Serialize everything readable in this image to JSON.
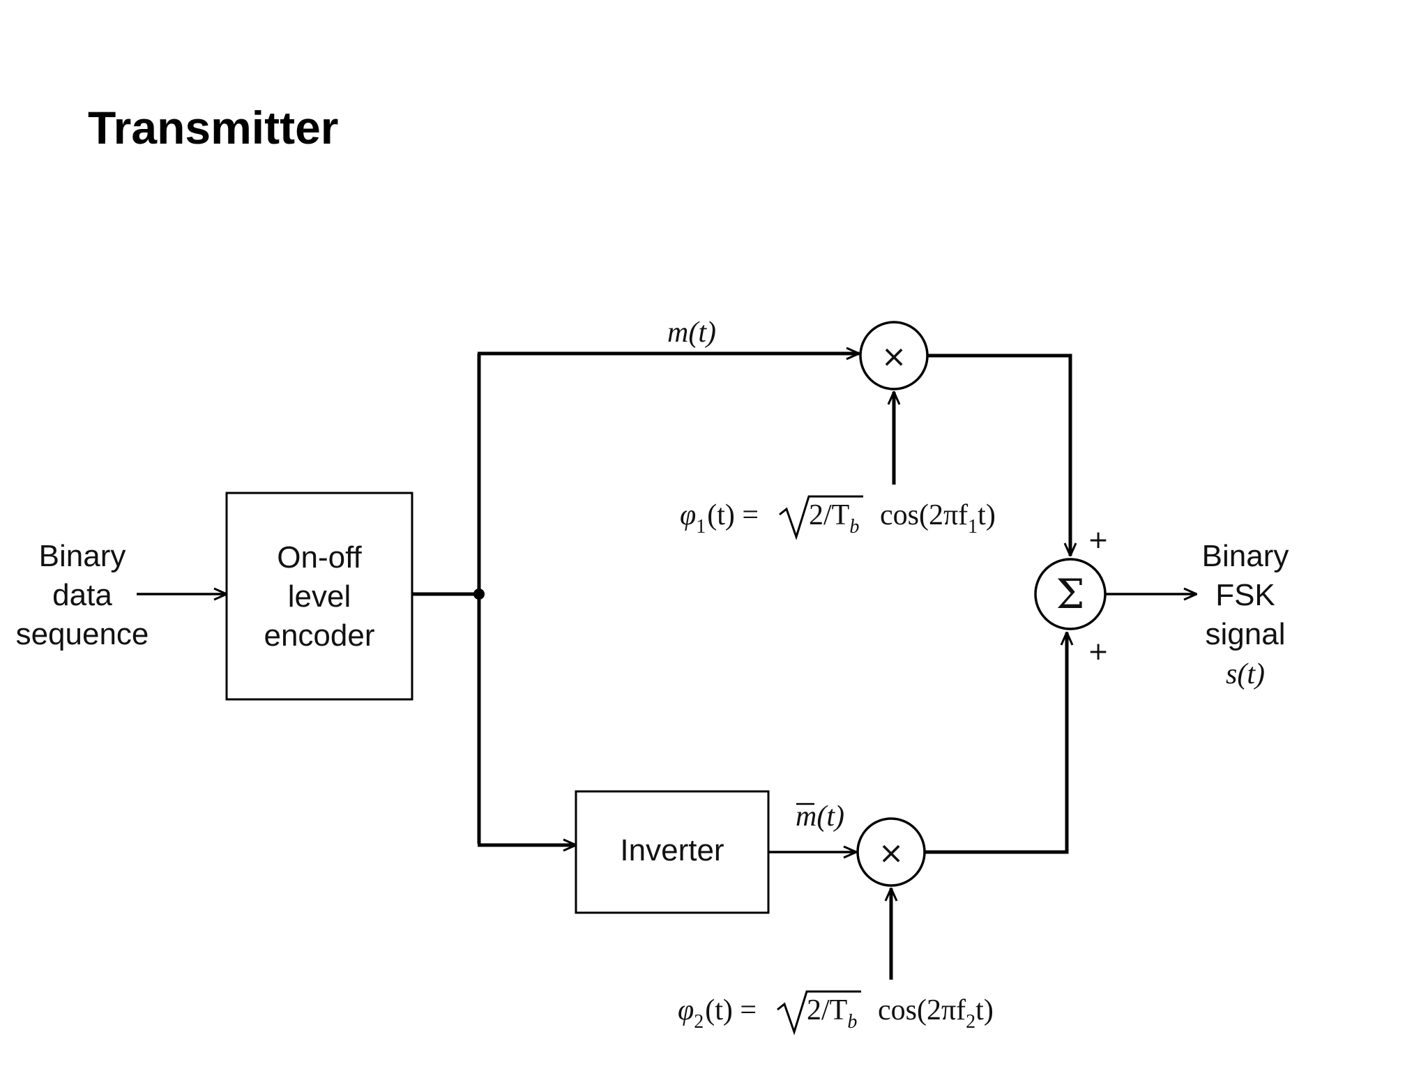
{
  "slide": {
    "title": "Transmitter"
  },
  "diagram": {
    "input_label": [
      "Binary",
      "data",
      "sequence"
    ],
    "encoder_label": [
      "On-off",
      "level",
      "encoder"
    ],
    "inverter_label": "Inverter",
    "upper_signal": "m(t)",
    "lower_signal": "m(t)",
    "multiplier_symbol": "×",
    "summer_symbol": "Σ",
    "summer_signs": [
      "+",
      "+"
    ],
    "phi1": {
      "lhs": "φ",
      "lhs_sub": "1",
      "lhs_rest": "(t) =",
      "sqrt_arg": "2/T",
      "sqrt_sub": "b",
      "tail": "cos(2πf",
      "tail_sub": "1",
      "tail_end": "t)"
    },
    "phi2": {
      "lhs": "φ",
      "lhs_sub": "2",
      "lhs_rest": "(t) =",
      "sqrt_arg": "2/T",
      "sqrt_sub": "b",
      "tail": "cos(2πf",
      "tail_sub": "2",
      "tail_end": "t)"
    },
    "output_label": [
      "Binary",
      "FSK",
      "signal",
      "s(t)"
    ]
  }
}
